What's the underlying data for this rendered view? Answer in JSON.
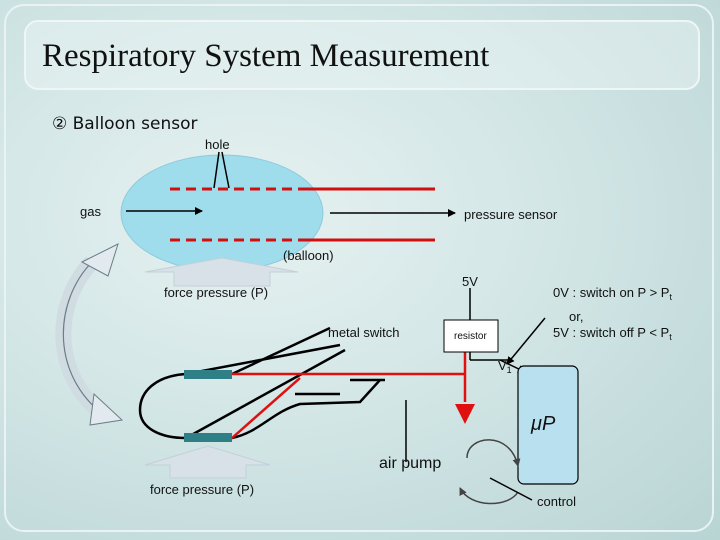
{
  "title": "Respiratory System Measurement",
  "subtitle": "② Balloon sensor",
  "labels": {
    "hole": "hole",
    "gas": "gas",
    "pressure_sensor": "pressure sensor",
    "balloon": "(balloon)",
    "force_pressure_top": "force pressure (P)",
    "force_pressure_bottom": "force pressure (P)",
    "v5": "5V",
    "switch_on": "0V : switch on P > P",
    "switch_on_sub": "t",
    "or": "or,",
    "switch_off": "5V : switch off P < P",
    "switch_off_sub": "t",
    "metal_switch": "metal switch",
    "resistor": "resistor",
    "v1": "V",
    "v1_sub": "1",
    "micro_p": "μP",
    "air_pump": "air pump",
    "control": "control"
  },
  "colors": {
    "balloon": "#9fdcec",
    "wire_red": "#e01010",
    "pad": "#2f7f86",
    "arrow_gray": "#cfd9df"
  }
}
